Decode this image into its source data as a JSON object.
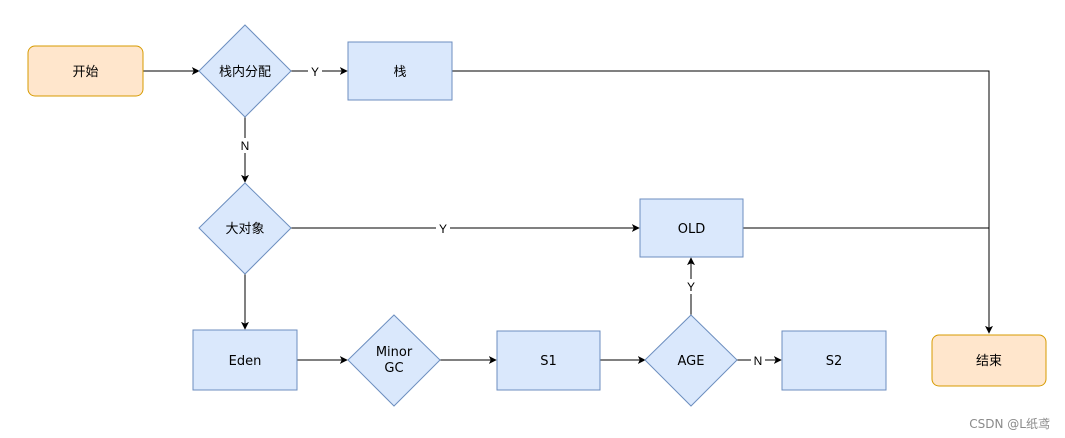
{
  "colors": {
    "terminal_fill": "#ffe6cc",
    "terminal_stroke": "#d79b00",
    "process_fill": "#dae8fc",
    "process_stroke": "#6c8ebf",
    "line": "#000000",
    "watermark": "#8a8a8a"
  },
  "nodes": {
    "start": "开始",
    "stack_alloc": "栈内分配",
    "stack": "栈",
    "large_object": "大对象",
    "old": "OLD",
    "eden": "Eden",
    "minor_gc_line1": "Minor",
    "minor_gc_line2": "GC",
    "s1": "S1",
    "age": "AGE",
    "s2": "S2",
    "end": "结束"
  },
  "edges": {
    "stack_alloc_yes": "Y",
    "stack_alloc_no": "N",
    "large_object_yes": "Y",
    "age_yes": "Y",
    "age_no": "N"
  },
  "watermark": "CSDN @L纸鸢"
}
